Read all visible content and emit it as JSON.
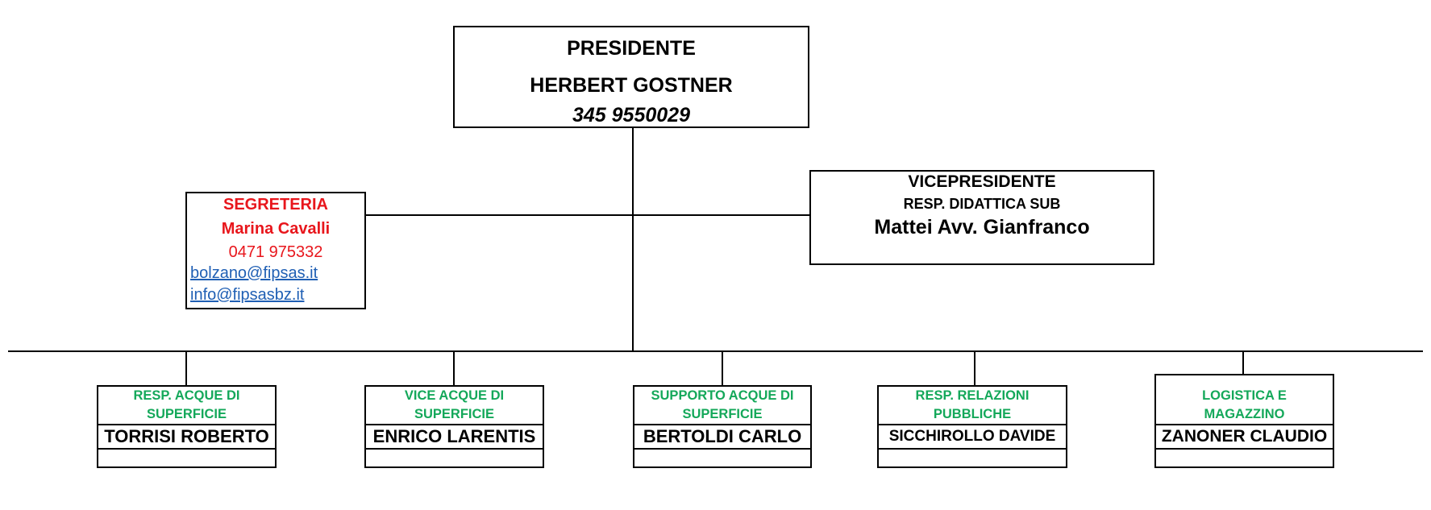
{
  "president": {
    "title": "PRESIDENTE",
    "name": "HERBERT GOSTNER",
    "phone": "345 9550029"
  },
  "vicepresident": {
    "title": "VICEPRESIDENTE",
    "role": "RESP. DIDATTICA SUB",
    "name": "Mattei Avv. Gianfranco"
  },
  "secretary": {
    "title": "SEGRETERIA",
    "name": "Marina Cavalli",
    "phone": "0471 975332",
    "email1": "bolzano@fipsas.it",
    "email2": "info@fipsasbz.it"
  },
  "team": [
    {
      "role_line1": "RESP. ACQUE DI",
      "role_line2": "SUPERFICIE",
      "name": "TORRISI ROBERTO"
    },
    {
      "role_line1": "VICE ACQUE DI",
      "role_line2": "SUPERFICIE",
      "name": "ENRICO LARENTIS"
    },
    {
      "role_line1": "SUPPORTO ACQUE DI",
      "role_line2": "SUPERFICIE",
      "name": "BERTOLDI CARLO"
    },
    {
      "role_line1": "RESP. RELAZIONI",
      "role_line2": "PUBBLICHE",
      "name": "SICCHIROLLO DAVIDE"
    },
    {
      "role_line1": "LOGISTICA E",
      "role_line2": "MAGAZZINO",
      "name": "ZANONER CLAUDIO"
    }
  ],
  "colors": {
    "secretary_text": "#e8161c",
    "link": "#1f5fb4",
    "team_role": "#14a85a"
  }
}
